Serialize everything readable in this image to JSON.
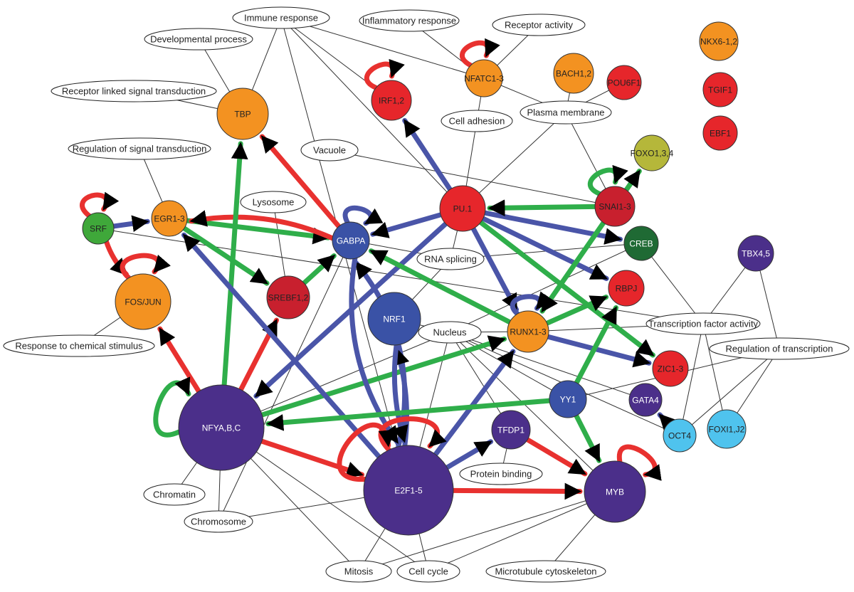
{
  "colors": {
    "red_edge": "#e8312f",
    "blue_edge": "#4a55a8",
    "green_edge": "#2fae4a",
    "thin_edge": "#333333",
    "orange": "#f39221",
    "red": "#e6262b",
    "darkred": "#c8202e",
    "navy": "#4b2f8a",
    "darkblue": "#3a52a6",
    "green": "#3fa83a",
    "darkgreen": "#1f6a34",
    "olive": "#b5b73a",
    "lightblue": "#4fc3ee"
  },
  "go_terms": {
    "immune": "Immune response",
    "inflam": "Inflammatory response",
    "receptor_act": "Receptor activity",
    "devproc": "Developmental process",
    "rlst": "Receptor linked signal transduction",
    "cell_adh": "Cell adhesion",
    "plasma": "Plasma membrane",
    "regsig": "Regulation of signal transduction",
    "vacuole": "Vacuole",
    "lysosome": "Lysosome",
    "rnasplice": "RNA splicing",
    "nucleus": "Nucleus",
    "tfa": "Transcription factor activity",
    "regtrans": "Regulation of transcription",
    "chemstim": "Response to chemical stimulus",
    "protbind": "Protein binding",
    "chromatin": "Chromatin",
    "chromosome": "Chromosome",
    "mitosis": "Mitosis",
    "cellcycle": "Cell cycle",
    "microtub": "Microtubule cytoskeleton"
  },
  "factors": {
    "nkx6": "NKX6-1,2",
    "tgif1": "TGIF1",
    "ebf1": "EBF1",
    "bach": "BACH1,2",
    "pou6f1": "POU6F1",
    "irf": "IRF1,2",
    "nfatc": "NFATC1-3",
    "tbp": "TBP",
    "foxo": "FOXO1,3,4",
    "pu1": "PU.1",
    "snai": "SNAI1-3",
    "srf": "SRF",
    "egr": "EGR1-3",
    "gabpa": "GABPA",
    "creb": "CREB",
    "tbx": "TBX4,5",
    "fosjun": "FOS/JUN",
    "srebf": "SREBF1,2",
    "rbpj": "RBPJ",
    "nrf1": "NRF1",
    "runx": "RUNX1-3",
    "zic": "ZIC1-3",
    "yy1": "YY1",
    "gata4": "GATA4",
    "oct4": "OCT4",
    "foxi": "FOXI1,J2",
    "nfya": "NFYA,B,C",
    "tfdp1": "TFDP1",
    "e2f": "E2F1-5",
    "myb": "MYB"
  }
}
